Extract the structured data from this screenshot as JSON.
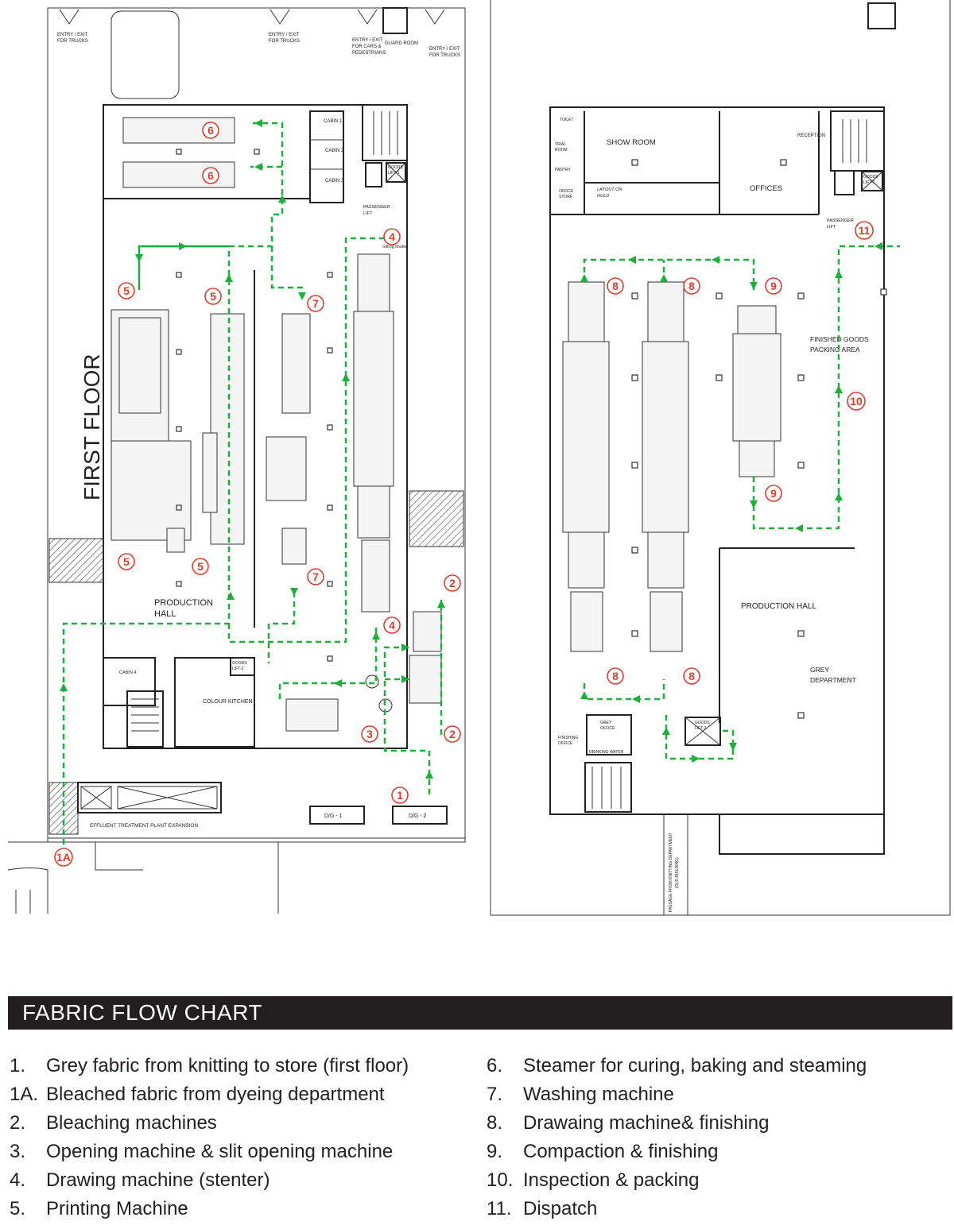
{
  "plan": {
    "floor_title": "FIRST FLOOR",
    "labels": {
      "entry_trucks_1": "ENTRY / EXIT",
      "entry_trucks_1b": "FOR TRUCKS",
      "entry_trucks_2": "ENTRY / EXIT",
      "entry_trucks_2b": "FOR TRUCKS",
      "entry_cars": "ENTRY / EXIT",
      "entry_cars_b": "FOR CARS &",
      "entry_cars_c": "PEDESTRIANS",
      "guard_room": "GUARD ROOM",
      "entry_trucks_3": "ENTRY / EXIT",
      "entry_trucks_3b": "FOR TRUCKS",
      "cabin1": "CABIN 1",
      "cabin2": "CABIN 2",
      "cabin3": "CABIN 3",
      "cabin4": "CABIN 4",
      "goods_lift_1": "GOODS",
      "goods_lift_1b": "LIFT-1",
      "passenger_lift": "PASSENGER",
      "passenger_lift_b": "LIFT",
      "rolling_shutter": "rolling shutter",
      "production_hall": "PRODUCTION",
      "production_hall_b": "HALL",
      "colour_kitchen": "COLOUR KITCHEN",
      "goods_lift_2": "GOODS",
      "goods_lift_2b": "LIFT-2",
      "dg1": "D/G - 1",
      "dg2": "D/G - 2",
      "effluent": "EFFLUENT TREATMENT PLANT EXPANSION",
      "toilet": "TOILET",
      "trial_room": "TRIAL",
      "trial_room_b": "ROOM",
      "pantry": "PANTRY",
      "show_room": "SHOW ROOM",
      "reception": "RECEPTION",
      "office_store": "OFFICE",
      "office_store_b": "STORE",
      "layout_on_hold": "LAYOUT ON",
      "layout_on_hold_b": "HOLD",
      "offices": "OFFICES",
      "goods_lift_r": "GOODS",
      "goods_lift_rb": "LIFT-1",
      "passenger_lift_r": "PASSENGER",
      "passenger_lift_rb": "LIFT",
      "finished_goods": "FINISHED GOODS",
      "finished_goods_b": "PACKING AREA",
      "production_hall_r": "PRODUCTION HALL",
      "grey_department": "GREY",
      "grey_department_b": "DEPARTMENT",
      "grey_office": "GREY",
      "grey_office_b": "OFFICE",
      "finishing_office": "FINISHING",
      "finishing_office_b": "OFFICE",
      "drinking_water": "DRINKING WATER",
      "goods_lift_3": "GOODS",
      "goods_lift_3b": "LIFT-3",
      "passage": "PASSAGE FROM KNITTING DEPARTMENT",
      "passage_b": "(OLD BUILDING)"
    },
    "badges": {
      "b1": "1",
      "b1a": "1A",
      "b2a": "2",
      "b2b": "2",
      "b3": "3",
      "b4a": "4",
      "b4b": "4",
      "b5a": "5",
      "b5b": "5",
      "b5c": "5",
      "b5d": "5",
      "b6a": "6",
      "b6b": "6",
      "b7a": "7",
      "b7b": "7",
      "b8a": "8",
      "b8b": "8",
      "b8c": "8",
      "b8d": "8",
      "b9a": "9",
      "b9b": "9",
      "b10": "10",
      "b11": "11"
    },
    "colors": {
      "flow": "#1fae3a",
      "badge": "#d8402f",
      "legend_bar": "#231f20"
    }
  },
  "legend": {
    "title": "FABRIC FLOW CHART",
    "left": [
      {
        "num": "1.",
        "text": "Grey fabric from knitting to store (first floor)"
      },
      {
        "num": "1A.",
        "text": "Bleached fabric from dyeing department"
      },
      {
        "num": "2.",
        "text": "Bleaching machines"
      },
      {
        "num": "3.",
        "text": "Opening machine & slit opening machine"
      },
      {
        "num": "4.",
        "text": "Drawing machine (stenter)"
      },
      {
        "num": "5.",
        "text": "Printing Machine"
      }
    ],
    "right": [
      {
        "num": "6.",
        "text": "Steamer for curing, baking and steaming"
      },
      {
        "num": "7.",
        "text": "Washing machine"
      },
      {
        "num": "8.",
        "text": "Drawaing machine& finishing"
      },
      {
        "num": "9.",
        "text": "Compaction & finishing"
      },
      {
        "num": "10.",
        "text": "Inspection & packing"
      },
      {
        "num": "11.",
        "text": "Dispatch"
      }
    ]
  }
}
